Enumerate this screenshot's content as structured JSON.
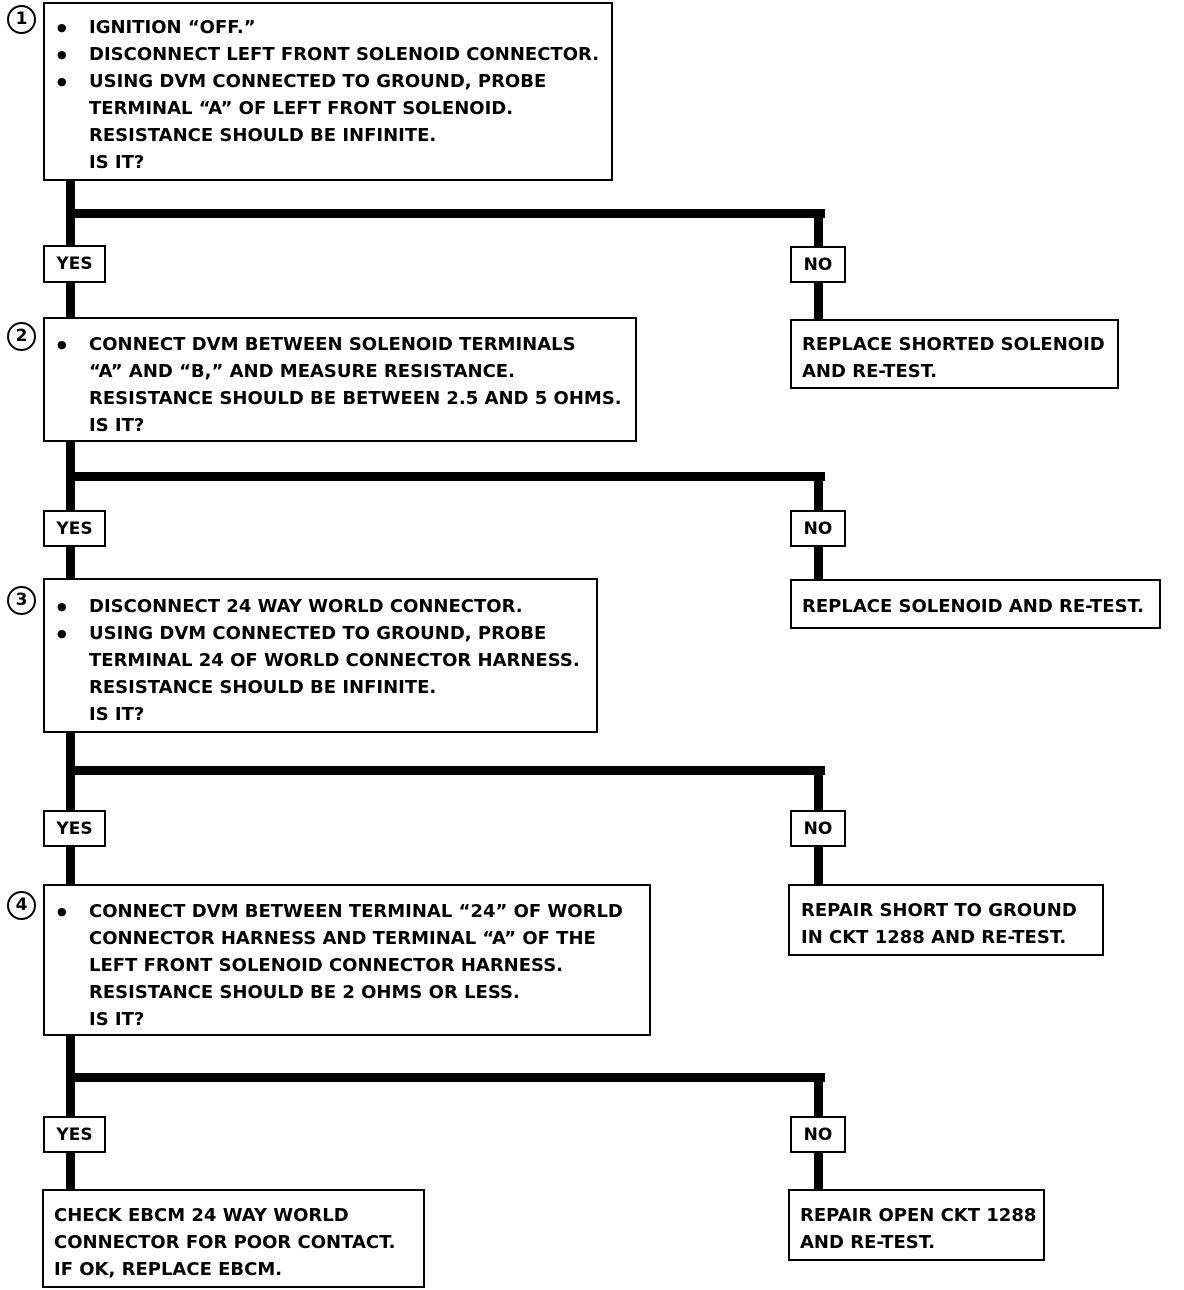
{
  "steps": [
    {
      "number": "1",
      "lines": [
        {
          "bullet": true,
          "text": "IGNITION “OFF.”"
        },
        {
          "bullet": true,
          "text": "DISCONNECT LEFT FRONT SOLENOID CONNECTOR."
        },
        {
          "bullet": true,
          "text": "USING DVM CONNECTED TO GROUND, PROBE"
        },
        {
          "bullet": false,
          "text": "TERMINAL “A” OF LEFT FRONT SOLENOID."
        },
        {
          "bullet": false,
          "text": "RESISTANCE SHOULD BE INFINITE."
        }
      ],
      "question": "IS IT?"
    },
    {
      "number": "2",
      "lines": [
        {
          "bullet": true,
          "text": "CONNECT DVM BETWEEN SOLENOID TERMINALS"
        },
        {
          "bullet": false,
          "text": "“A” AND “B,” AND MEASURE RESISTANCE."
        },
        {
          "bullet": false,
          "text": "RESISTANCE SHOULD BE BETWEEN 2.5 AND 5 OHMS."
        }
      ],
      "question": "IS IT?"
    },
    {
      "number": "3",
      "lines": [
        {
          "bullet": true,
          "text": "DISCONNECT 24 WAY WORLD CONNECTOR."
        },
        {
          "bullet": true,
          "text": "USING DVM CONNECTED TO GROUND, PROBE"
        },
        {
          "bullet": false,
          "text": "TERMINAL 24 OF WORLD CONNECTOR HARNESS."
        },
        {
          "bullet": false,
          "text": "RESISTANCE SHOULD BE INFINITE."
        }
      ],
      "question": "IS IT?"
    },
    {
      "number": "4",
      "lines": [
        {
          "bullet": true,
          "text": "CONNECT DVM BETWEEN TERMINAL “24” OF WORLD"
        },
        {
          "bullet": false,
          "text": "CONNECTOR HARNESS AND TERMINAL “A” OF THE"
        },
        {
          "bullet": false,
          "text": "LEFT FRONT SOLENOID CONNECTOR HARNESS."
        },
        {
          "bullet": false,
          "text": "RESISTANCE SHOULD BE 2 OHMS OR LESS."
        }
      ],
      "question": "IS IT?"
    }
  ],
  "labels": {
    "yes": "YES",
    "no": "NO"
  },
  "no_results": [
    [
      "REPLACE SHORTED SOLENOID",
      "AND RE-TEST."
    ],
    [
      "REPLACE SOLENOID AND RE-TEST."
    ],
    [
      "REPAIR SHORT TO GROUND",
      "IN CKT 1288 AND RE-TEST."
    ],
    [
      "REPAIR OPEN CKT 1288",
      "AND RE-TEST."
    ]
  ],
  "final_yes": [
    "CHECK EBCM 24 WAY WORLD",
    "CONNECTOR FOR POOR CONTACT.",
    "IF OK, REPLACE EBCM."
  ]
}
